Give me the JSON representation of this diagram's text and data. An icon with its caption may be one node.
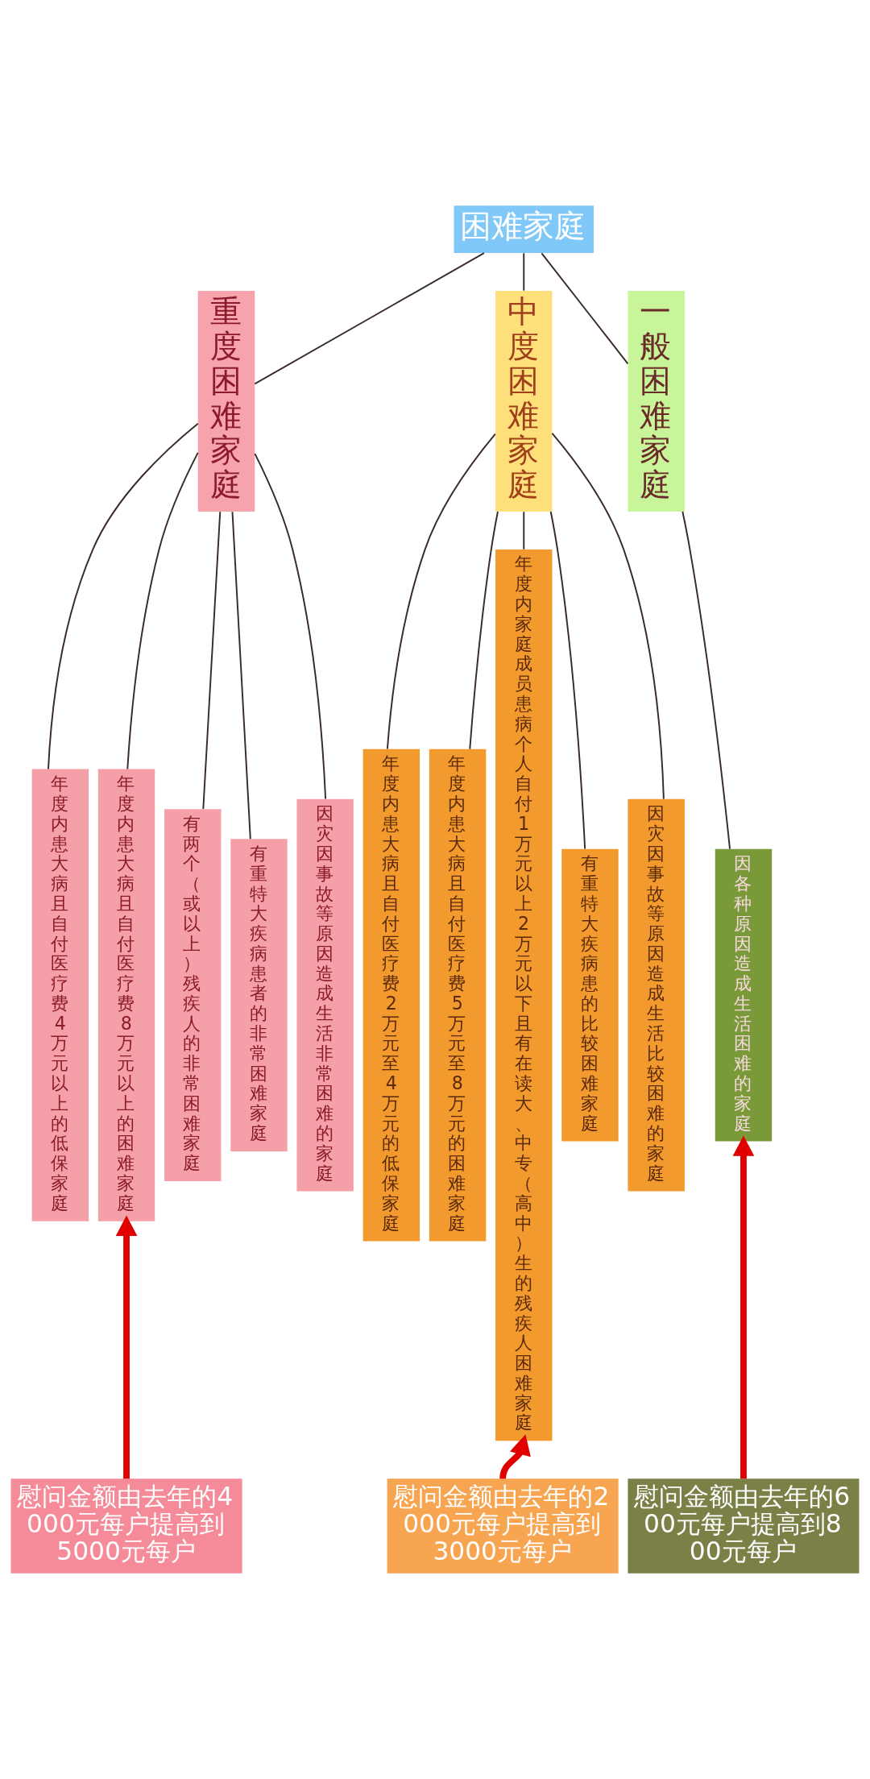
{
  "diagram": {
    "nodes": [
      {
        "text": [
          "困难家庭"
        ]
      },
      {
        "text": [
          "重度困难家庭"
        ]
      },
      {
        "text": [
          "中度困难家庭"
        ]
      },
      {
        "text": [
          "一般困难家庭"
        ]
      },
      {
        "text": [
          "年度内患大病且自付医疗费4万元以上的低保家庭"
        ]
      },
      {
        "text": [
          "年度内患大病且自付医疗费8万元以上的困难家庭"
        ]
      },
      {
        "text": [
          "有两个（或以上）残疾人的非常困难家庭"
        ]
      },
      {
        "text": [
          "有重特大疾病患者的非常困难家庭"
        ]
      },
      {
        "text": [
          "因灾因事故等原因造成生活非常困难的家庭"
        ]
      },
      {
        "text": [
          "年度内患大病且自付医疗费2万元至4万元的低保家庭"
        ]
      },
      {
        "text": [
          "年度内患大病且自付医疗费5万元至8万元的困难家庭"
        ]
      },
      {
        "text": [
          "年度内家庭成员患病个人自付1万元以上2万元以下且有在读大、中专（高中）生的残疾人困难家庭"
        ]
      },
      {
        "text": [
          "有重特大疾病患的比较困难家庭"
        ]
      },
      {
        "text": [
          "因灾因事故等原因造成生活比较困难的家庭"
        ]
      },
      {
        "text": [
          "因各种原因造成生活困难的家庭"
        ]
      },
      {
        "text": [
          "慰问金额由去年的600元每户提高到800元每户"
        ]
      },
      {
        "text": [
          "慰问金额由去年的4000元每户提高到5000元每户"
        ]
      },
      {
        "text": [
          "慰问金额由去年的2000元每户提高到3000元每户"
        ]
      }
    ],
    "edges": [
      {
        "from": 0,
        "to": 1,
        "arrow": "none"
      },
      {
        "from": 0,
        "to": 2,
        "arrow": "none"
      },
      {
        "from": 0,
        "to": 3,
        "arrow": "none"
      },
      {
        "from": 1,
        "to": 4,
        "arrow": "none"
      },
      {
        "from": 1,
        "to": 5,
        "arrow": "none"
      },
      {
        "from": 1,
        "to": 6,
        "arrow": "none"
      },
      {
        "from": 1,
        "to": 7,
        "arrow": "none"
      },
      {
        "from": 1,
        "to": 8,
        "arrow": "none"
      },
      {
        "from": 2,
        "to": 9,
        "arrow": "none"
      },
      {
        "from": 2,
        "to": 10,
        "arrow": "none"
      },
      {
        "from": 2,
        "to": 11,
        "arrow": "none"
      },
      {
        "from": 2,
        "to": 12,
        "arrow": "none"
      },
      {
        "from": 2,
        "to": 13,
        "arrow": "none"
      },
      {
        "from": 3,
        "to": 14,
        "arrow": "none"
      },
      {
        "from": 15,
        "to": 14,
        "arrow": "to",
        "style": "thick",
        "color": "#e00000"
      },
      {
        "from": 16,
        "to": 5,
        "arrow": "to",
        "style": "thick",
        "color": "#e00000"
      },
      {
        "from": 17,
        "to": 11,
        "arrow": "to",
        "style": "thick",
        "color": "#e00000"
      }
    ]
  }
}
